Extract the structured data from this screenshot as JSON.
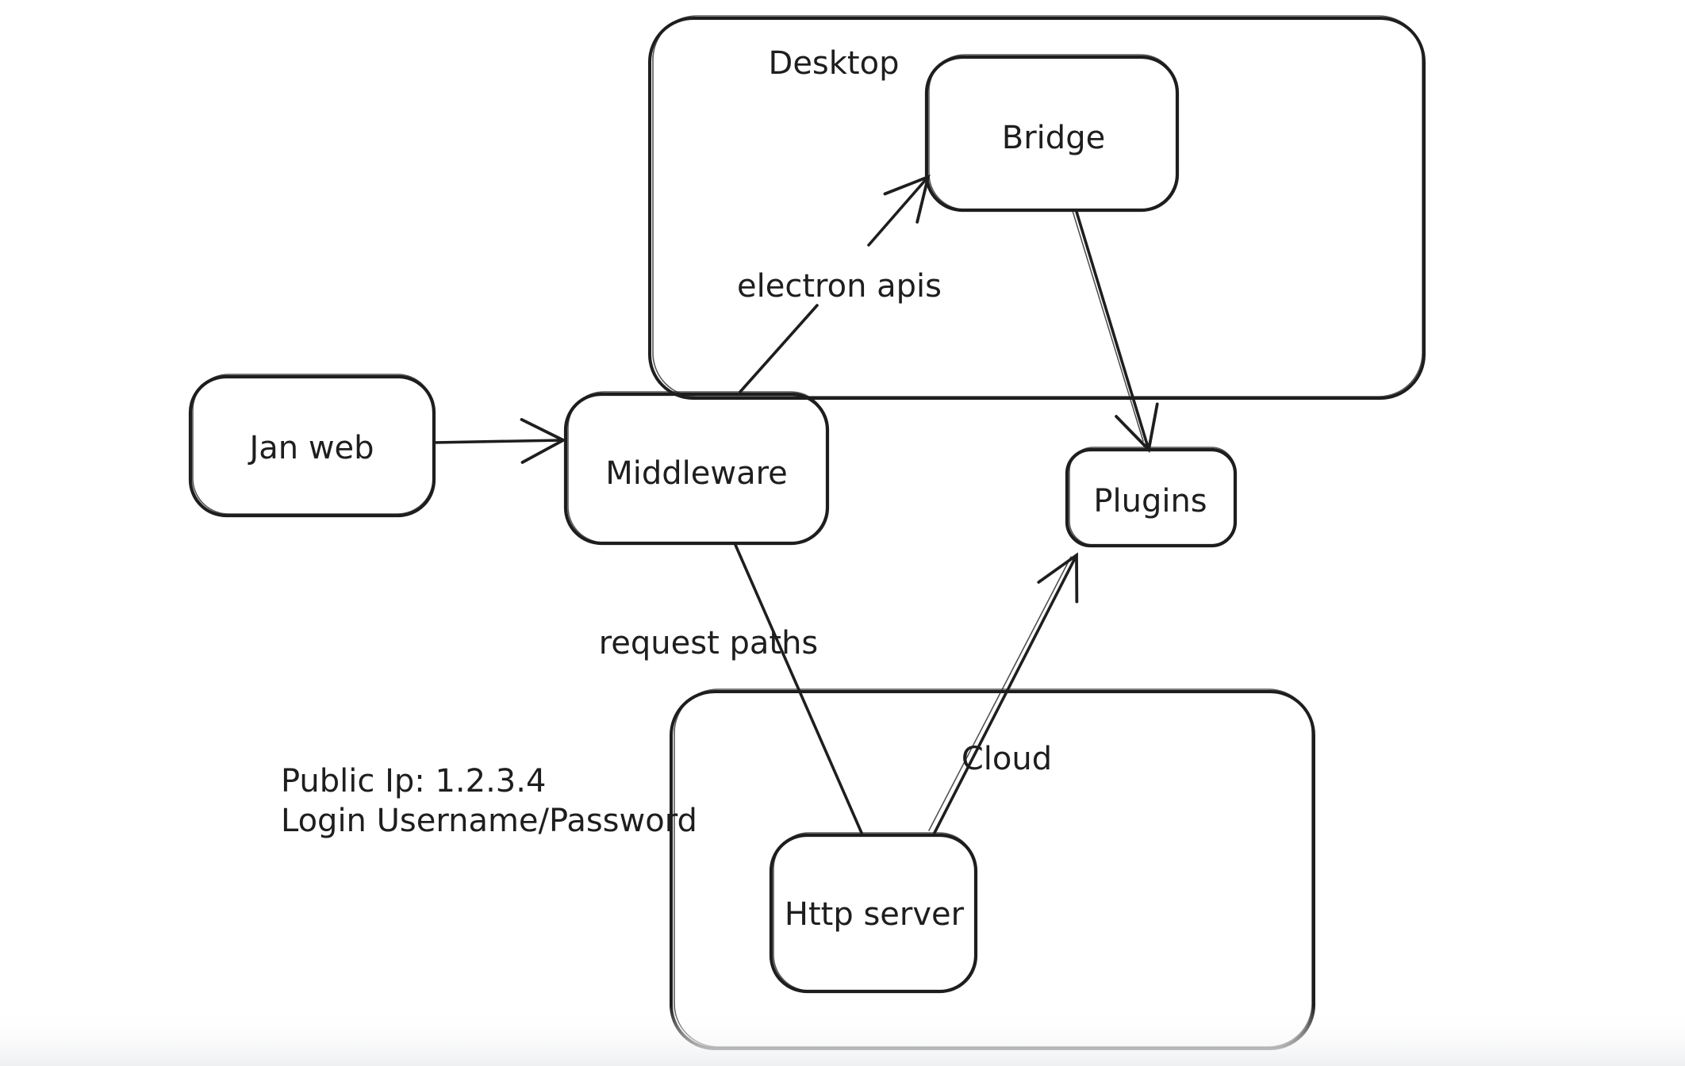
{
  "app": {
    "kind": "hand-drawn whiteboard architecture diagram",
    "background": "#ffffff"
  },
  "colors": {
    "stroke": "#1e1e1e",
    "node_fill": "#ffffff",
    "bottom_fade": "#eff0f2"
  },
  "containers": {
    "desktop": {
      "label": "Desktop"
    },
    "cloud": {
      "label": "Cloud"
    }
  },
  "nodes": {
    "jan_web": {
      "label": "Jan web"
    },
    "middleware": {
      "label": "Middleware"
    },
    "bridge": {
      "label": "Bridge"
    },
    "plugins": {
      "label": "Plugins"
    },
    "http_server": {
      "label": "Http server"
    }
  },
  "edge_labels": {
    "electron_apis": "electron apis",
    "request_paths": "request paths"
  },
  "edges": [
    {
      "from": "Jan web",
      "to": "Middleware",
      "label": "",
      "arrowhead": "end"
    },
    {
      "from": "Middleware",
      "to": "Bridge",
      "label": "electron apis",
      "arrowhead": "end"
    },
    {
      "from": "Bridge",
      "to": "Plugins",
      "label": "",
      "arrowhead": "end"
    },
    {
      "from": "Middleware",
      "to": "Http server",
      "label": "request paths",
      "arrowhead": "none"
    },
    {
      "from": "Http server",
      "to": "Plugins",
      "label": "",
      "arrowhead": "end"
    }
  ],
  "annotations": {
    "public_ip": "Public Ip: 1.2.3.4",
    "login": "Login Username/Password"
  }
}
